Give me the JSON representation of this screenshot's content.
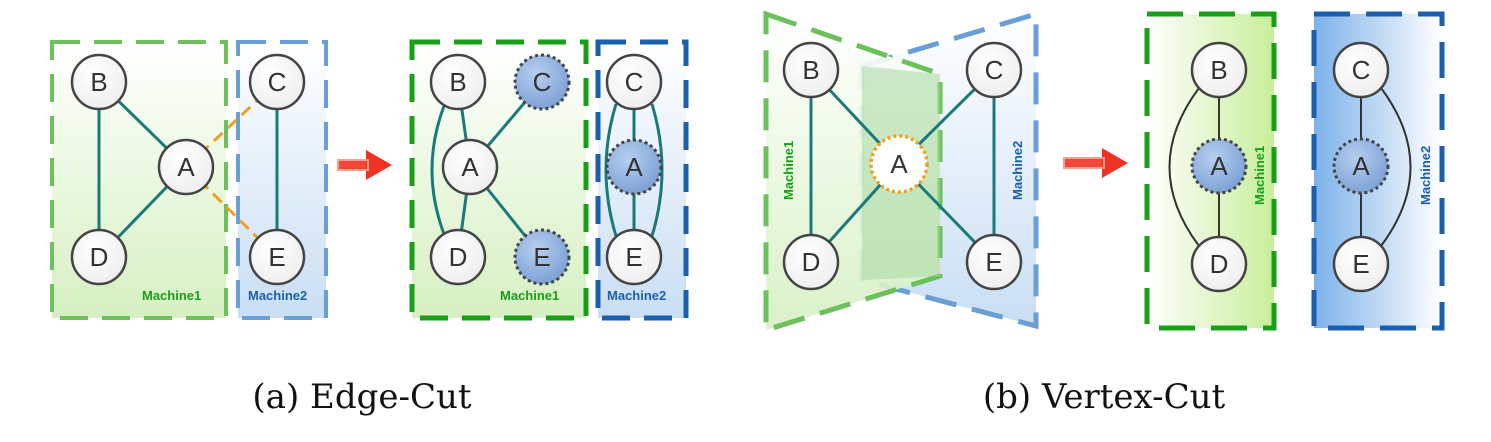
{
  "colors": {
    "green_light": "#6cc15a",
    "green_dark": "#18a018",
    "blue_light": "#6a9fd6",
    "blue_dark": "#1a5fb0",
    "edge_teal": "#1a7a7a",
    "edge_orange": "#f0a020",
    "arrow_red": "#ee3322",
    "node_blue": "#8aaee0"
  },
  "nodes": {
    "a": "A",
    "b": "B",
    "c": "C",
    "d": "D",
    "e": "E"
  },
  "machines": {
    "m1": "Machine1",
    "m2": "Machine2"
  },
  "captions": {
    "edge_cut": "(a) Edge-Cut",
    "vertex_cut": "(b) Vertex-Cut"
  }
}
